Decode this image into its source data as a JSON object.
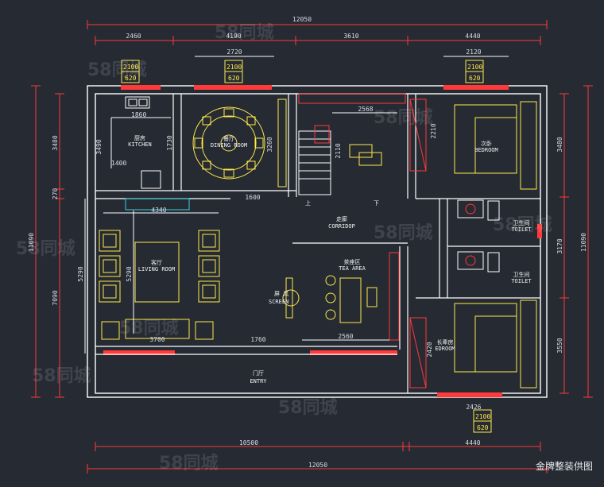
{
  "dims": {
    "top_total": "12050",
    "top": [
      "2460",
      "4190",
      "3610",
      "4440"
    ],
    "top_sub": "2720",
    "top_sub_right": "2120",
    "bottom": [
      "10500",
      "4440"
    ],
    "bottom_total": "12050",
    "left_outer": [
      "3480",
      "270",
      "7090"
    ],
    "left_total": "11090",
    "left_inner": "5290",
    "right": [
      "3480",
      "3170",
      "3550"
    ],
    "right_total": "11090"
  },
  "interior_dims": [
    "1860",
    "1730",
    "3260",
    "1600",
    "4340",
    "5290",
    "3700",
    "1760",
    "2560",
    "2568",
    "2110",
    "2210",
    "2420",
    "2426",
    "3490",
    "1400"
  ],
  "window_tags": [
    {
      "w": "2100",
      "h": "620"
    },
    {
      "w": "2100",
      "h": "620"
    },
    {
      "w": "2100",
      "h": "620"
    },
    {
      "w": "2100",
      "h": "620"
    }
  ],
  "rooms": {
    "kitchen": {
      "cn": "厨房",
      "en": "KITCHEN"
    },
    "dining": {
      "cn": "餐厅",
      "en": "DINING ROOM"
    },
    "bedroom1": {
      "cn": "次卧",
      "en": "BEDROOM"
    },
    "toilet1": {
      "cn": "卫生间",
      "en": "TOILET"
    },
    "toilet2": {
      "cn": "卫生间",
      "en": "TOILET"
    },
    "corridor": {
      "cn": "走廊",
      "en": "CORRIDOP"
    },
    "living": {
      "cn": "客厅",
      "en": "LIVING ROOM"
    },
    "tea": {
      "cn": "茶座区",
      "en": "TEA AREA"
    },
    "screen": {
      "cn": "屏 风",
      "en": "SCREEN"
    },
    "bedroom2": {
      "cn": "长辈房",
      "en": "EDROOM"
    },
    "entry": {
      "cn": "门厅",
      "en": "ENTRY"
    }
  },
  "stair": {
    "up": "上",
    "down": "下"
  },
  "watermark": "58同城",
  "caption": "金牌整装供图",
  "colors": {
    "wall": "#ffffff",
    "furniture": "#ffe94a",
    "window": "#ff3a3a",
    "background": "#252a33",
    "fixture": "#33d1e0"
  }
}
